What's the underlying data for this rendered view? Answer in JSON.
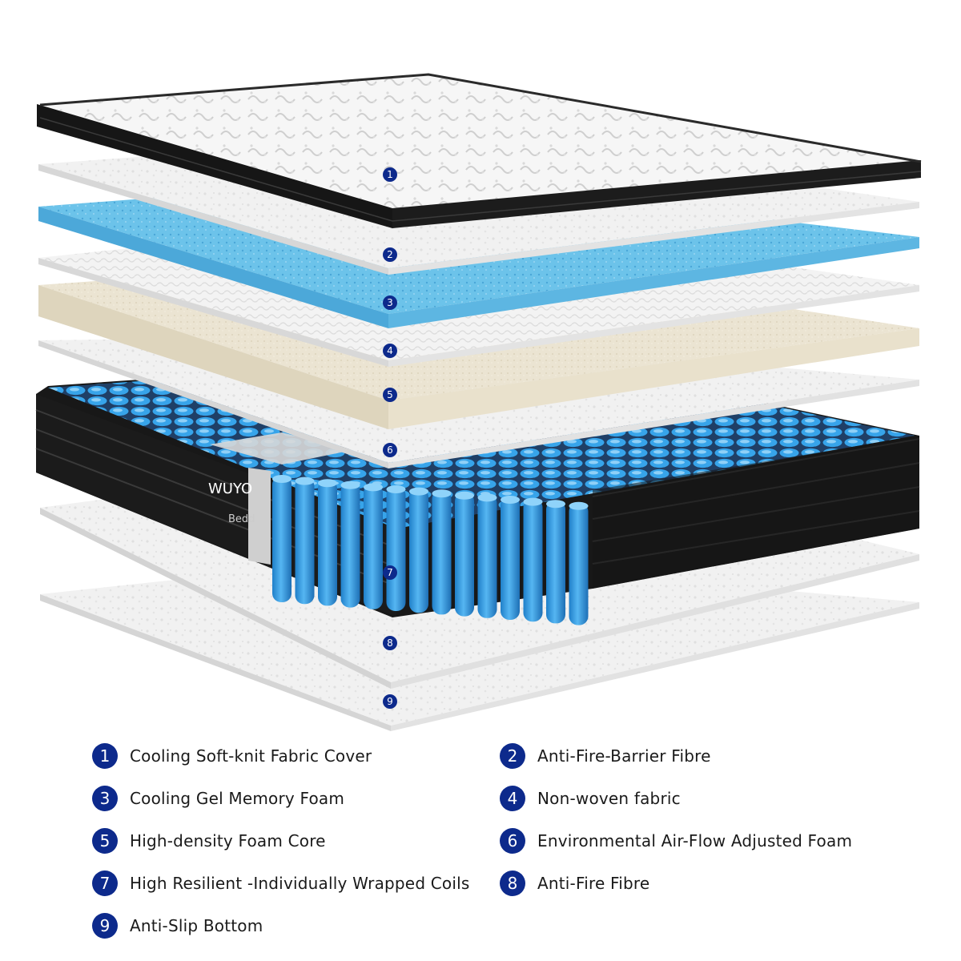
{
  "brand": {
    "name": "WUYO",
    "sub": "Bedd"
  },
  "colors": {
    "badge": "#0d2a8c",
    "gel_blue": "#5fbbe8",
    "coil_blue": "#2f9be3",
    "foam_beige": "#e7dfcb",
    "frame_black": "#1b1b1b"
  },
  "markers": [
    "1",
    "2",
    "3",
    "4",
    "5",
    "6",
    "7",
    "8",
    "9"
  ],
  "legend": [
    {
      "num": "1",
      "label": "Cooling Soft-knit Fabric Cover"
    },
    {
      "num": "2",
      "label": "Anti-Fire-Barrier Fibre"
    },
    {
      "num": "3",
      "label": "Cooling Gel Memory Foam"
    },
    {
      "num": "4",
      "label": "Non-woven fabric"
    },
    {
      "num": "5",
      "label": "High-density Foam Core"
    },
    {
      "num": "6",
      "label": "Environmental Air-Flow Adjusted Foam"
    },
    {
      "num": "7",
      "label": "High Resilient -Individually Wrapped Coils"
    },
    {
      "num": "8",
      "label": "Anti-Fire Fibre"
    },
    {
      "num": "9",
      "label": "Anti-Slip Bottom"
    }
  ]
}
